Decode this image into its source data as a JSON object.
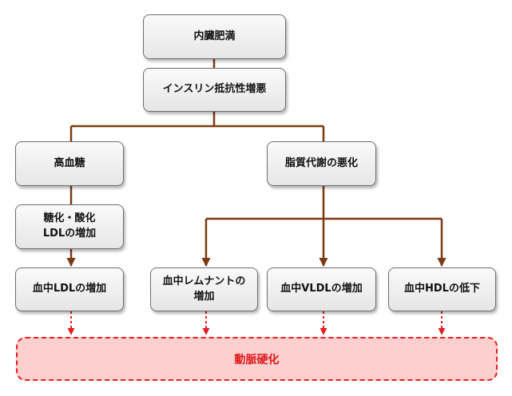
{
  "colors": {
    "connector": "#7b3a12",
    "outcome": "#e81c1c",
    "outcome_fill": "#fdd0d0",
    "node_border": "#6e6e6e"
  },
  "nodes": {
    "visceral_obesity": "内臓肥満",
    "insulin_resistance": "インスリン抵抗性増悪",
    "hyperglycemia": "高血糖",
    "lipid_metabolism": "脂質代謝の悪化",
    "glycated_ldl": "糖化・酸化\nLDLの増加",
    "blood_ldl": "血中LDLの増加",
    "remnant": "血中レムナントの\n増加",
    "vldl": "血中VLDLの増加",
    "hdl": "血中HDLの低下"
  },
  "outcome": {
    "label": "動脈硬化"
  }
}
